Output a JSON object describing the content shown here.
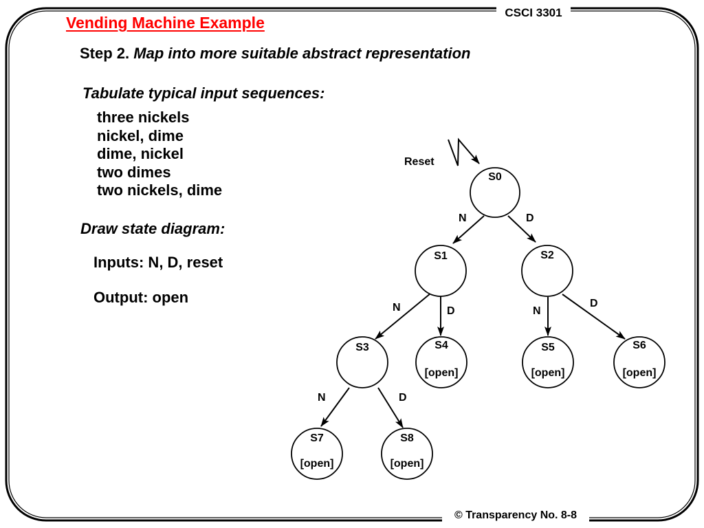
{
  "header": {
    "course": "CSCI 3301"
  },
  "slide": {
    "title": "Vending Machine Example",
    "step_prefix": "Step 2.",
    "step_text": "Map into more suitable abstract representation",
    "tabulate_heading": "Tabulate typical input sequences:",
    "sequences": [
      "three nickels",
      "nickel, dime",
      "dime, nickel",
      "two dimes",
      "two nickels, dime"
    ],
    "draw_heading": "Draw state diagram:",
    "inputs_line": "Inputs: N, D, reset",
    "output_line": "Output: open"
  },
  "diagram": {
    "reset_label": "Reset",
    "states": [
      {
        "id": "S0",
        "output": ""
      },
      {
        "id": "S1",
        "output": ""
      },
      {
        "id": "S2",
        "output": ""
      },
      {
        "id": "S3",
        "output": ""
      },
      {
        "id": "S4",
        "output": "[open]"
      },
      {
        "id": "S5",
        "output": "[open]"
      },
      {
        "id": "S6",
        "output": "[open]"
      },
      {
        "id": "S7",
        "output": "[open]"
      },
      {
        "id": "S8",
        "output": "[open]"
      }
    ],
    "transitions": [
      {
        "from": "S0",
        "to": "S1",
        "label": "N"
      },
      {
        "from": "S0",
        "to": "S2",
        "label": "D"
      },
      {
        "from": "S1",
        "to": "S3",
        "label": "N"
      },
      {
        "from": "S1",
        "to": "S4",
        "label": "D"
      },
      {
        "from": "S2",
        "to": "S5",
        "label": "N"
      },
      {
        "from": "S2",
        "to": "S6",
        "label": "D"
      },
      {
        "from": "S3",
        "to": "S7",
        "label": "N"
      },
      {
        "from": "S3",
        "to": "S8",
        "label": "D"
      }
    ]
  },
  "footer": {
    "transparency": "© Transparency No. 8-8"
  }
}
